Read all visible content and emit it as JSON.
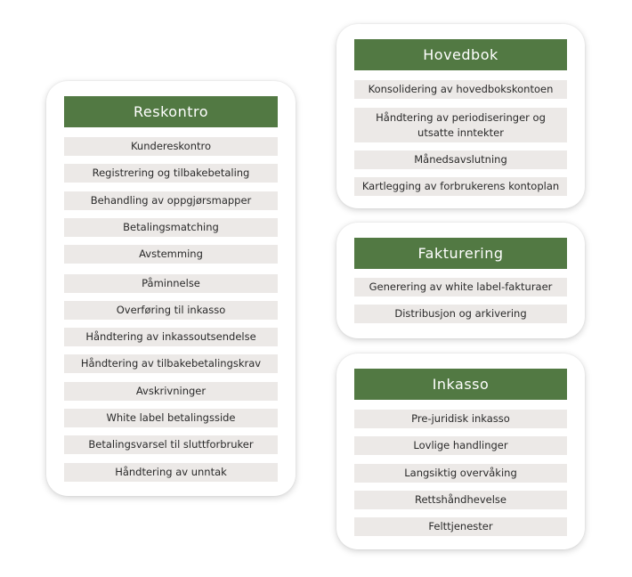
{
  "colors": {
    "header_bg": "#527943",
    "item_bg": "#ece9e7",
    "card_bg": "#ffffff"
  },
  "cards": [
    {
      "title": "Reskontro",
      "items": [
        "Kundereskontro",
        "Registrering og tilbakebetaling",
        "Behandling av oppgjørsmapper",
        "Betalingsmatching",
        "Avstemming",
        "Påminnelse",
        "Overføring til inkasso",
        "Håndtering av inkassoutsendelse",
        "Håndtering av tilbakebetalingskrav",
        "Avskrivninger",
        "White label betalingsside",
        "Betalingsvarsel til sluttforbruker",
        "Håndtering av unntak"
      ]
    },
    {
      "title": "Hovedbok",
      "items": [
        "Konsolidering av hovedbokskontoen",
        "Håndtering av periodiseringer og utsatte inntekter",
        "Månedsavslutning",
        "Kartlegging av forbrukerens kontoplan"
      ]
    },
    {
      "title": "Fakturering",
      "items": [
        "Generering av white label-fakturaer",
        "Distribusjon og arkivering"
      ]
    },
    {
      "title": "Inkasso",
      "items": [
        "Pre-juridisk inkasso",
        "Lovlige handlinger",
        "Langsiktig overvåking",
        "Rettshåndhevelse",
        "Felttjenester"
      ]
    }
  ]
}
